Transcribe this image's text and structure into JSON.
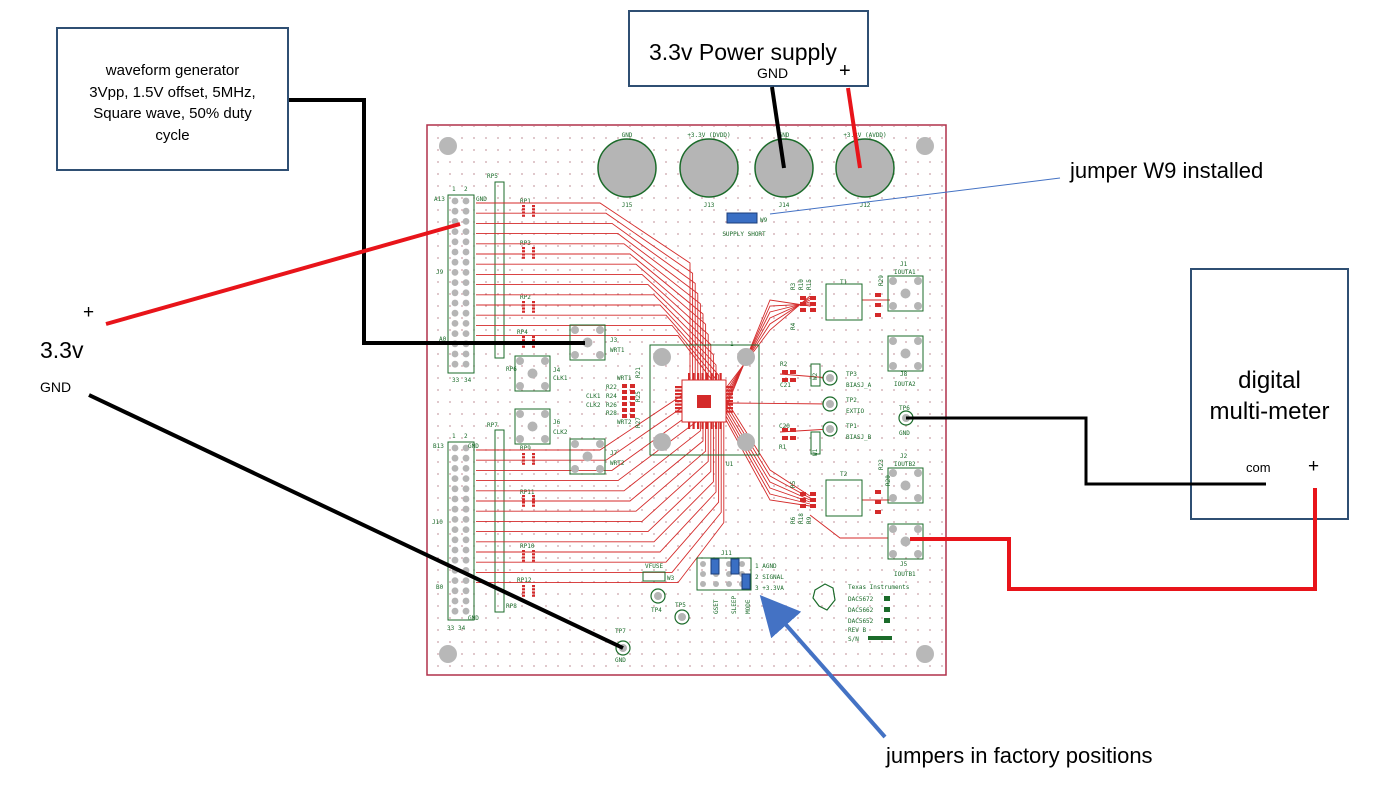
{
  "waveform_box": {
    "text": "waveform generator\n3Vpp, 1.5V offset, 5MHz,\nSquare wave, 50% duty\ncycle"
  },
  "power_supply": {
    "title": "3.3v Power supply",
    "gnd": "GND",
    "plus": "+"
  },
  "dmm": {
    "title": "digital\nmulti-meter",
    "com": "com",
    "plus": "+"
  },
  "left_supply": {
    "plus": "+",
    "voltage": "3.3v",
    "gnd": "GND"
  },
  "annotations": {
    "jumper_w9": "jumper W9 installed",
    "jumpers_factory": "jumpers in factory positions"
  },
  "pcb": {
    "connectors_top": [
      "GND",
      "+3.3V (DVDD)",
      "GND",
      "+3.3V (AVDD)"
    ],
    "connector_ids_top": [
      "J15",
      "J13",
      "J14",
      "J12"
    ],
    "w9": "W9",
    "supply_short": "SUPPLY SHORT",
    "header_j9": {
      "ref": "J9",
      "top_left": "A13",
      "bottom_left": "A0",
      "pin1": "1",
      "pin2": "2",
      "pin33": "33",
      "pin34": "34",
      "gnd": "GND"
    },
    "header_j10": {
      "ref": "J10",
      "top_left": "B13",
      "bottom_left": "B0",
      "pin1": "1",
      "pin2": "2",
      "pin33": "33",
      "pin34": "34",
      "gnd_top": "GND",
      "gnd_bottom": "GND"
    },
    "resistor_packs": [
      "RP5",
      "RP1",
      "RP3",
      "RP2",
      "RP4",
      "RP6",
      "RP7",
      "RP9",
      "RP11",
      "RP10",
      "RP12",
      "RP8"
    ],
    "sma_left": [
      {
        "ref": "J3",
        "name": "WRT1"
      },
      {
        "ref": "J4",
        "name": "CLK1"
      },
      {
        "ref": "J6",
        "name": "CLK2"
      },
      {
        "ref": "J7",
        "name": "WRT2"
      }
    ],
    "center_labels": [
      "WRT1",
      "R22",
      "R21",
      "CLK1",
      "R24",
      "CLK2",
      "R26",
      "R25",
      "R28",
      "R27",
      "WRT2"
    ],
    "u1": "U1",
    "u1_pin1": "1",
    "sma_right": [
      {
        "ref": "J1",
        "name": "IOUTA1"
      },
      {
        "ref": "J8",
        "name": "IOUTA2"
      },
      {
        "ref": "J2",
        "name": "IOUTB2"
      },
      {
        "ref": "J5",
        "name": "IOUTB1"
      }
    ],
    "transformers": [
      "T1",
      "T2"
    ],
    "test_points": [
      {
        "ref": "TP3",
        "name": "BIASJ_A"
      },
      {
        "ref": "TP2",
        "name": "EXTIO"
      },
      {
        "ref": "TP1",
        "name": "BIASJ_B"
      },
      {
        "ref": "TP6",
        "name": "GND"
      },
      {
        "ref": "TP4",
        "name": ""
      },
      {
        "ref": "TP5",
        "name": ""
      },
      {
        "ref": "TP7",
        "name": "GND"
      }
    ],
    "right_parts": [
      "R3",
      "R10",
      "R15",
      "R4",
      "R2",
      "C21",
      "W2",
      "C20",
      "R1",
      "W1",
      "R5",
      "R6",
      "R18",
      "R9",
      "R29",
      "R23",
      "R20"
    ],
    "j11": {
      "ref": "J11",
      "rows": [
        "1 AGND",
        "2 SIGNAL",
        "3 +3.3VA"
      ],
      "cols": [
        "GSET",
        "SLEEP",
        "MODE"
      ]
    },
    "vfuse": "VFUSE",
    "w3": "W3",
    "ti": {
      "company": "Texas Instruments",
      "parts": [
        "DAC5672",
        "DAC5662",
        "DAC5652"
      ],
      "rev": "REV B",
      "sn": "S/N"
    }
  },
  "colors": {
    "pcb_outline": "#b0304a",
    "trace": "#d42a2a",
    "silk": "#1b6b2a",
    "wire_red": "#e8141a",
    "wire_black": "#000000",
    "arrow_blue": "#4472c4",
    "box_border": "#2f4f73"
  }
}
